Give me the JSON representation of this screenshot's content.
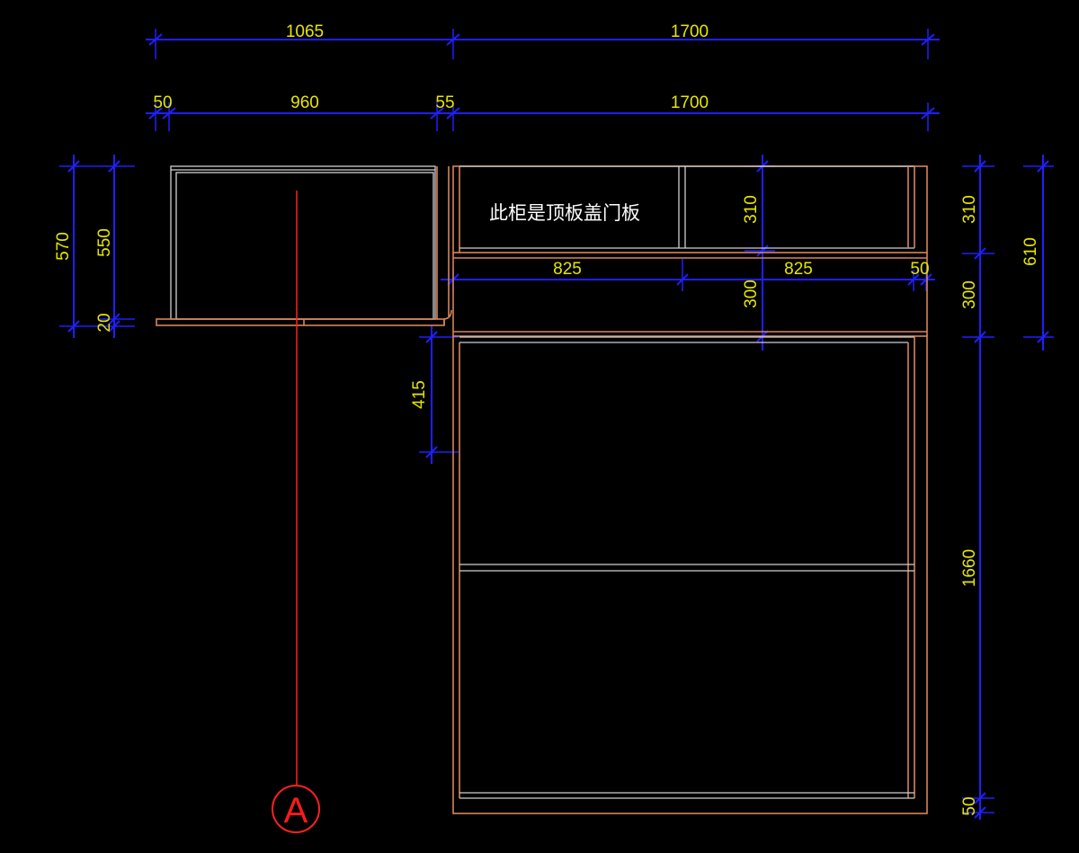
{
  "colors": {
    "background": "#000000",
    "dimension_line": "#1f1fff",
    "dimension_text": "#e6e600",
    "panel_edge": "#d8845a",
    "panel_inner": "#d0d0d0",
    "axis_line": "#ff2020",
    "note_text": "#ffffff"
  },
  "note": "此柜是顶板盖门板",
  "axis_tag": "A",
  "dimensions": {
    "top_left_total": "1065",
    "top_right_total": "1700",
    "row2_left_side": "50",
    "row2_left_width": "960",
    "row2_gap": "55",
    "row2_right_width": "1700",
    "left_height_outer": "570",
    "left_height_inner": "550",
    "left_base": "20",
    "mid_left_width": "825",
    "mid_right_width": "825",
    "mid_side": "50",
    "center_upper": "310",
    "center_lower": "300",
    "right_upper": "310",
    "right_lower": "300",
    "right_total_upper": "610",
    "right_tall": "1660",
    "right_bottom": "50",
    "step_height": "415"
  }
}
